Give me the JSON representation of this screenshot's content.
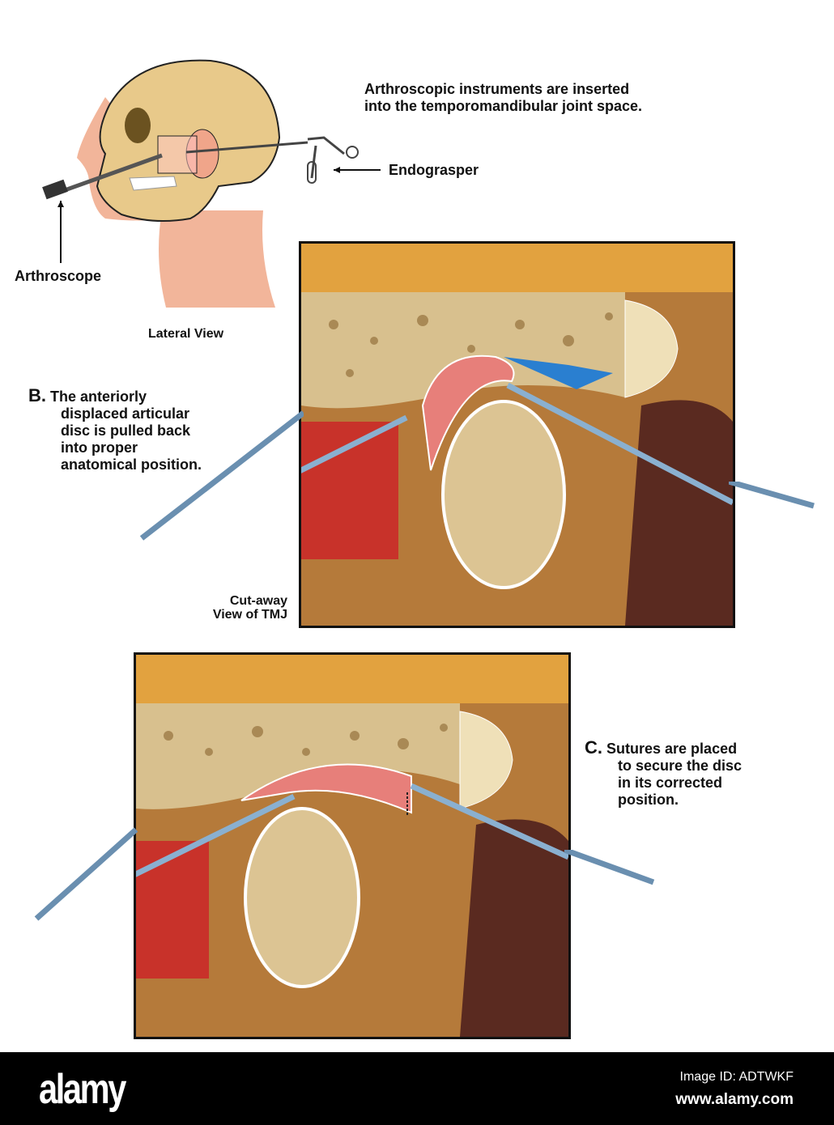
{
  "header": {
    "caption_lines": [
      "Arthroscopic instruments are inserted",
      "into the temporomandibular joint space."
    ]
  },
  "head_view": {
    "endograsper_label": "Endograsper",
    "arthroscope_label": "Arthroscope",
    "view_label": "Lateral View"
  },
  "panel_b": {
    "letter": "B.",
    "lines": [
      "The anteriorly",
      "displaced articular",
      "disc is pulled back",
      "into proper",
      "anatomical position."
    ],
    "view_label_lines": [
      "Cut-away",
      "View of TMJ"
    ]
  },
  "panel_c": {
    "letter": "C.",
    "lines": [
      "Sutures are placed",
      "to secure the disc",
      "in its corrected",
      "position."
    ]
  },
  "footer": {
    "logo": "alamy",
    "image_id": "Image ID: ADTWKF",
    "url": "www.alamy.com"
  },
  "colors": {
    "bone": "#e8c98a",
    "skin": "#f2b59a",
    "muscle": "#c8322a",
    "disc": "#e77f7a",
    "arrow": "#2a7fd0"
  }
}
